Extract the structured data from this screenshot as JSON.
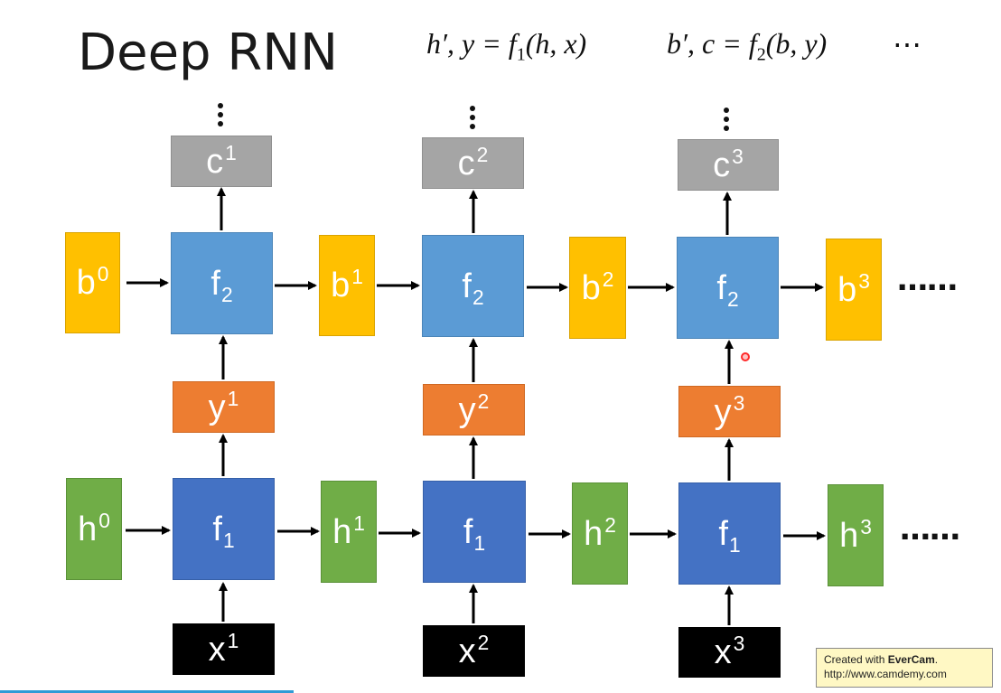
{
  "title": "Deep RNN",
  "formula": {
    "part1_lhs": "h′, y = f",
    "part1_sub": "1",
    "part1_args": "(h, x)",
    "part2_lhs": "b′, c = f",
    "part2_sub": "2",
    "part2_args": "(b, y)",
    "ellipsis": "⋯"
  },
  "upper_layer": {
    "states": [
      {
        "base": "b",
        "sup": "0"
      },
      {
        "base": "b",
        "sup": "1"
      },
      {
        "base": "b",
        "sup": "2"
      },
      {
        "base": "b",
        "sup": "3"
      }
    ],
    "cells": [
      {
        "base": "f",
        "sub": "2"
      },
      {
        "base": "f",
        "sub": "2"
      },
      {
        "base": "f",
        "sub": "2"
      }
    ],
    "outputs": [
      {
        "base": "c",
        "sup": "1"
      },
      {
        "base": "c",
        "sup": "2"
      },
      {
        "base": "c",
        "sup": "3"
      }
    ],
    "continuation": "……"
  },
  "lower_layer": {
    "states": [
      {
        "base": "h",
        "sup": "0"
      },
      {
        "base": "h",
        "sup": "1"
      },
      {
        "base": "h",
        "sup": "2"
      },
      {
        "base": "h",
        "sup": "3"
      }
    ],
    "cells": [
      {
        "base": "f",
        "sub": "1"
      },
      {
        "base": "f",
        "sub": "1"
      },
      {
        "base": "f",
        "sub": "1"
      }
    ],
    "outputs": [
      {
        "base": "y",
        "sup": "1"
      },
      {
        "base": "y",
        "sup": "2"
      },
      {
        "base": "y",
        "sup": "3"
      }
    ],
    "inputs": [
      {
        "base": "x",
        "sup": "1"
      },
      {
        "base": "x",
        "sup": "2"
      },
      {
        "base": "x",
        "sup": "3"
      }
    ],
    "continuation": "……"
  },
  "colors": {
    "f2": "#5b9bd5",
    "f1": "#4472c4",
    "b": "#ffc000",
    "h": "#70ad47",
    "y": "#ed7d31",
    "c": "#a5a5a5",
    "x": "#000000"
  },
  "watermark": {
    "line1_prefix": "Created with ",
    "line1_brand": "EverCam",
    "line1_suffix": ".",
    "line2": "http://www.camdemy.com"
  }
}
